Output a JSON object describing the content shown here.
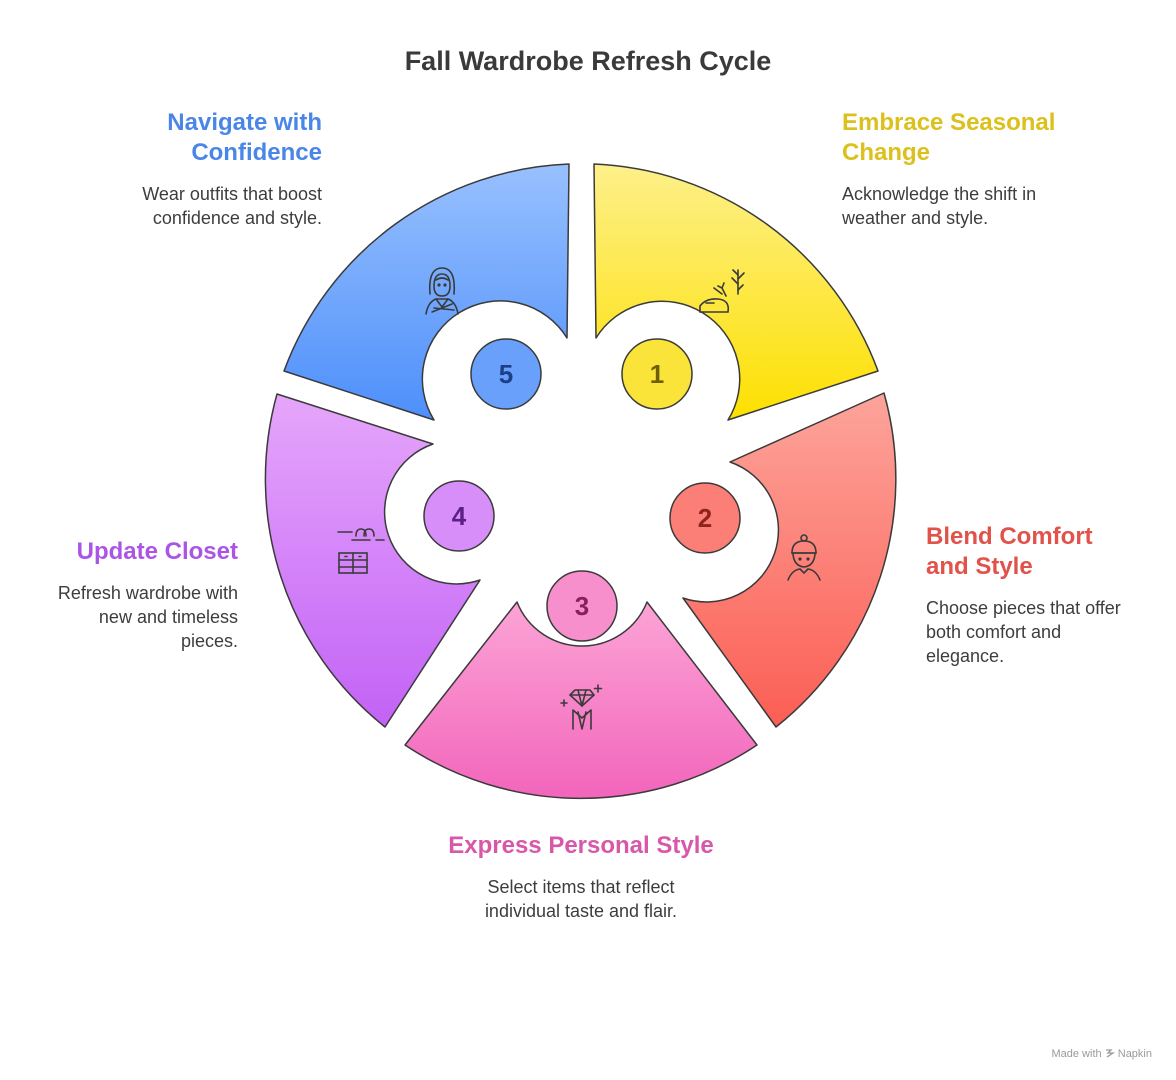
{
  "title": "Fall Wardrobe Refresh Cycle",
  "steps": [
    {
      "num": "1",
      "title_l1": "Embrace Seasonal",
      "title_l2": "Change",
      "desc_l1": "Acknowledge the shift in",
      "desc_l2": "weather and style.",
      "color": "#e0c20f",
      "icon": "plant-shoe-icon"
    },
    {
      "num": "2",
      "title_l1": "Blend Comfort",
      "title_l2": "and Style",
      "desc_l1": "Choose pieces that offer",
      "desc_l2": "both comfort and",
      "desc_l3": "elegance.",
      "color": "#e5534b",
      "icon": "person-beanie-icon"
    },
    {
      "num": "3",
      "title_l1": "Express Personal Style",
      "desc_l1": "Select items that reflect",
      "desc_l2": "individual taste and flair.",
      "color": "#dd4fa6",
      "icon": "diamond-suit-icon"
    },
    {
      "num": "4",
      "title_l1": "Update Closet",
      "desc_l1": "Refresh wardrobe with",
      "desc_l2": "new and timeless",
      "desc_l3": "pieces.",
      "color": "#a84ee6",
      "icon": "hanger-dresser-icon"
    },
    {
      "num": "5",
      "title_l1": "Navigate with",
      "title_l2": "Confidence",
      "desc_l1": "Wear outfits that boost",
      "desc_l2": "confidence and style.",
      "color": "#3f7fe3",
      "icon": "confident-woman-icon"
    }
  ],
  "footer": {
    "made_with": "Made with",
    "brand": "Napkin"
  }
}
